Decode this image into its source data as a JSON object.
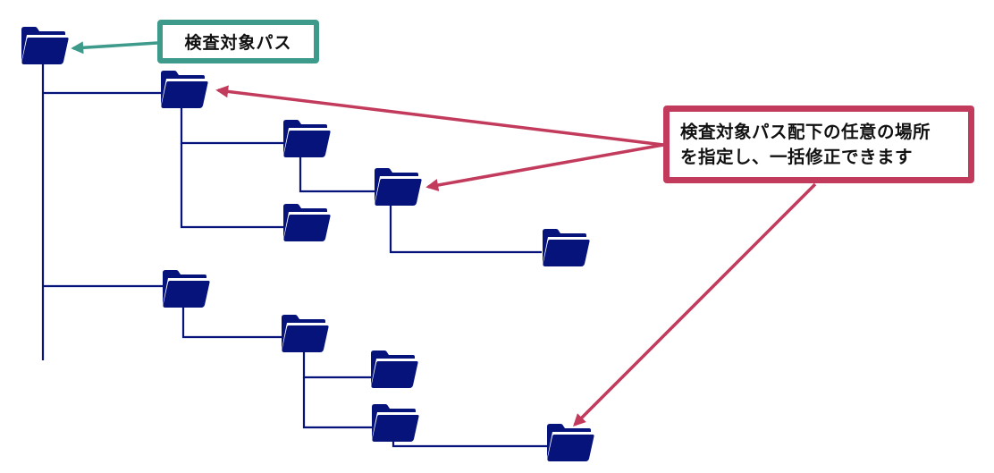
{
  "colors": {
    "folder": "#06137a",
    "tree_line": "#06137a",
    "root_callout": "#3e9b8c",
    "subpath_callout": "#c23a5c"
  },
  "callouts": {
    "root": {
      "label": "検査対象パス",
      "points_to": "root"
    },
    "subpath": {
      "line1": "検査対象パス配下の任意の場所",
      "line2": "を指定し、一括修正できます",
      "points_to": [
        "a",
        "a1a",
        "b1b1"
      ]
    }
  },
  "tree": {
    "id": "root",
    "icon": "folder-open-icon",
    "children": [
      {
        "id": "a",
        "icon": "folder-open-icon",
        "children": [
          {
            "id": "a1",
            "icon": "folder-open-icon",
            "children": [
              {
                "id": "a1a",
                "icon": "folder-open-icon",
                "children": [
                  {
                    "id": "a1a1",
                    "icon": "folder-open-icon",
                    "children": []
                  }
                ]
              }
            ]
          },
          {
            "id": "a2",
            "icon": "folder-open-icon",
            "children": []
          }
        ]
      },
      {
        "id": "b",
        "icon": "folder-open-icon",
        "children": [
          {
            "id": "b1",
            "icon": "folder-open-icon",
            "children": [
              {
                "id": "b1a",
                "icon": "folder-open-icon",
                "children": []
              },
              {
                "id": "b1b",
                "icon": "folder-open-icon",
                "children": [
                  {
                    "id": "b1b1",
                    "icon": "folder-open-icon",
                    "children": []
                  }
                ]
              }
            ]
          }
        ]
      }
    ]
  }
}
